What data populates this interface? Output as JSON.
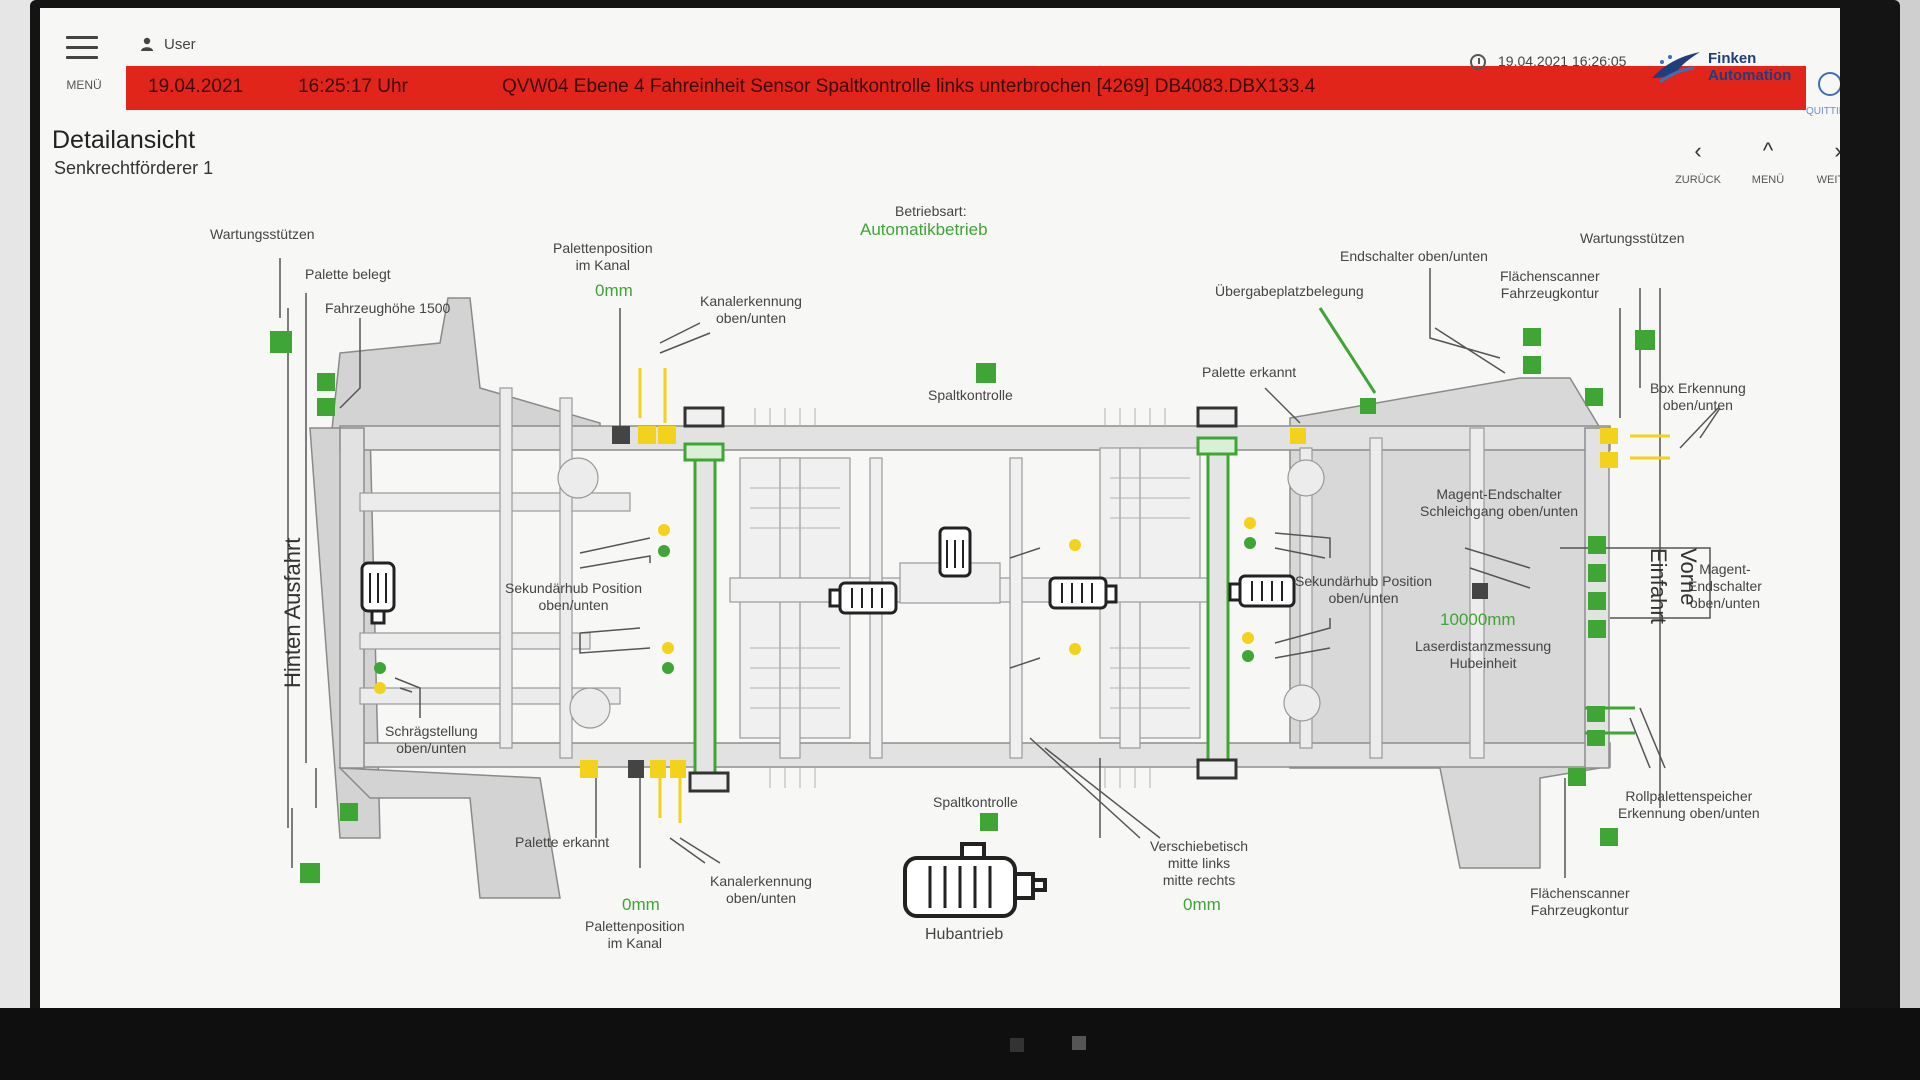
{
  "header": {
    "menu_label": "MENÜ",
    "user_label": "User",
    "alarm": {
      "date": "19.04.2021",
      "time": "16:25:17 Uhr",
      "message": "QVW04 Ebene 4 Fahreinheit Sensor Spaltkontrolle links unterbrochen [4269] DB4083.DBX133.4"
    },
    "datetime": "19.04.2021 16:26:05",
    "brand": {
      "line1": "Finken",
      "line2": "Automation"
    },
    "acknowledge_label": "QUITTIEREN"
  },
  "page": {
    "title": "Detailansicht",
    "subtitle": "Senkrechtförderer 1"
  },
  "nav": {
    "back": "ZURÜCK",
    "menu": "MENÜ",
    "next": "WEITER"
  },
  "diagram": {
    "operation_mode_label": "Betriebsart:",
    "operation_mode_value": "Automatikbetrieb",
    "left_side_label": "Hinten Ausfahrt",
    "right_side_label": "Vorne Einfahrt",
    "labels": {
      "wartungsstuetzen_left": "Wartungsstützen",
      "palette_belegt": "Palette belegt",
      "fahrzeughoehe": "Fahrzeughöhe 1500",
      "palettenposition_top": "Palettenposition\nim Kanal",
      "palettenposition_top_value": "0mm",
      "kanalerkennung_top": "Kanalerkennung\noben/unten",
      "spaltkontrolle_top": "Spaltkontrolle",
      "uebergabeplatz": "Übergabeplatzbelegung",
      "palette_erkannt_top": "Palette erkannt",
      "endschalter": "Endschalter oben/unten",
      "flaechenscanner_top": "Flächenscanner\nFahrzeugkontur",
      "wartungsstuetzen_right": "Wartungsstützen",
      "box_erkennung": "Box Erkennung\noben/unten",
      "magent_endschalter_schleich": "Magent-Endschalter\nSchleichgang oben/unten",
      "magent_endschalter": "Magent-\nEndschalter\noben/unten",
      "sekundaerhub_left": "Sekundärhub Position\noben/unten",
      "sekundaerhub_right": "Sekundärhub Position\noben/unten",
      "laserdistanz_value": "10000mm",
      "laserdistanz": "Laserdistanzmessung\nHubeinheit",
      "schraegstellung": "Schrägstellung\noben/unten",
      "palette_erkannt_bottom": "Palette erkannt",
      "palettenposition_bottom_value": "0mm",
      "palettenposition_bottom": "Palettenposition\nim Kanal",
      "kanalerkennung_bottom": "Kanalerkennung\noben/unten",
      "spaltkontrolle_bottom": "Spaltkontrolle",
      "hubantrieb": "Hubantrieb",
      "verschiebetisch": "Verschiebetisch\nmitte links\nmitte rechts",
      "verschiebetisch_value": "0mm",
      "rollpaletten": "Rollpalettenspeicher\nErkennung oben/unten",
      "flaechenscanner_bottom": "Flächenscanner\nFahrzeugkontur"
    }
  },
  "colors": {
    "alarm_red": "#e1251b",
    "sensor_green": "#3fa535",
    "sensor_yellow": "#f2d21b",
    "sensor_gray": "#444444",
    "brand_blue": "#1f3e7a",
    "frame_gray": "#cfcfcf"
  }
}
